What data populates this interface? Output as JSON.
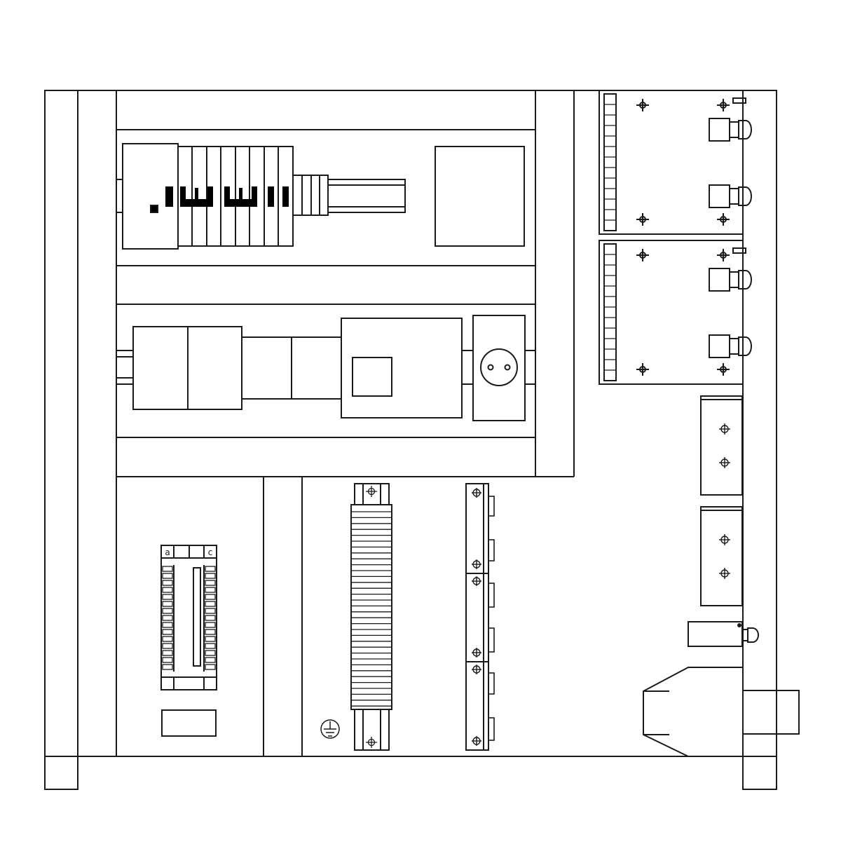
{
  "diagram": {
    "stroke_color": "#1a1a1a",
    "fill_color": "#ffffff",
    "black_fill": "#000000",
    "labels": {
      "connector_left": "a",
      "connector_right": "c"
    },
    "symbols": [
      "ground-symbol",
      "socket-outlet",
      "screw-terminal-marker"
    ]
  }
}
